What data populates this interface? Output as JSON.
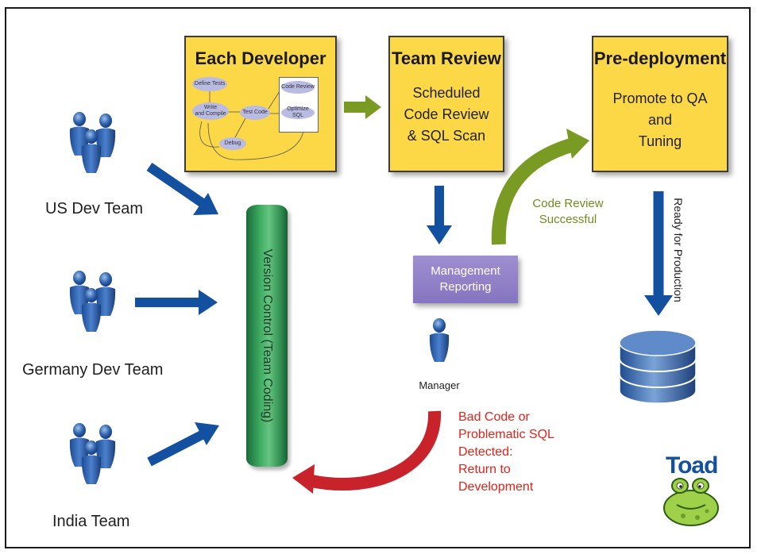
{
  "stages": {
    "developer": {
      "title": "Each Developer",
      "flow": {
        "define": "Define Tests",
        "write_line1": "Write",
        "write_line2": "and Compile",
        "test": "Test Code",
        "debug": "Debug",
        "review": "Code Review",
        "optimize": "Optimize SQL"
      }
    },
    "team_review": {
      "title": "Team Review",
      "line1": "Scheduled",
      "line2": "Code Review",
      "line3": "& SQL Scan"
    },
    "predeploy": {
      "title": "Pre-deployment",
      "line1": "Promote to QA",
      "line2": "and",
      "line3": "Tuning"
    }
  },
  "teams": {
    "us": "US Dev Team",
    "germany": "Germany Dev Team",
    "india": "India Team"
  },
  "version_control": "Version Control (Team Coding)",
  "management": {
    "line1": "Management",
    "line2": "Reporting"
  },
  "manager": "Manager",
  "success": {
    "line1": "Code Review",
    "line2": "Successful"
  },
  "failure": {
    "line1": "Bad Code or",
    "line2": "Problematic SQL",
    "line3": "Detected:",
    "line4": "Return to",
    "line5": "Development"
  },
  "ready": "Ready for Production",
  "logo": "Toad",
  "colors": {
    "stage_fill": "#fcd846",
    "blue_arrow": "#1450a0",
    "green_arrow": "#7a9b23",
    "red_arrow": "#c8222b",
    "management": "#8d7fc7",
    "version_control": "#3fae63"
  }
}
